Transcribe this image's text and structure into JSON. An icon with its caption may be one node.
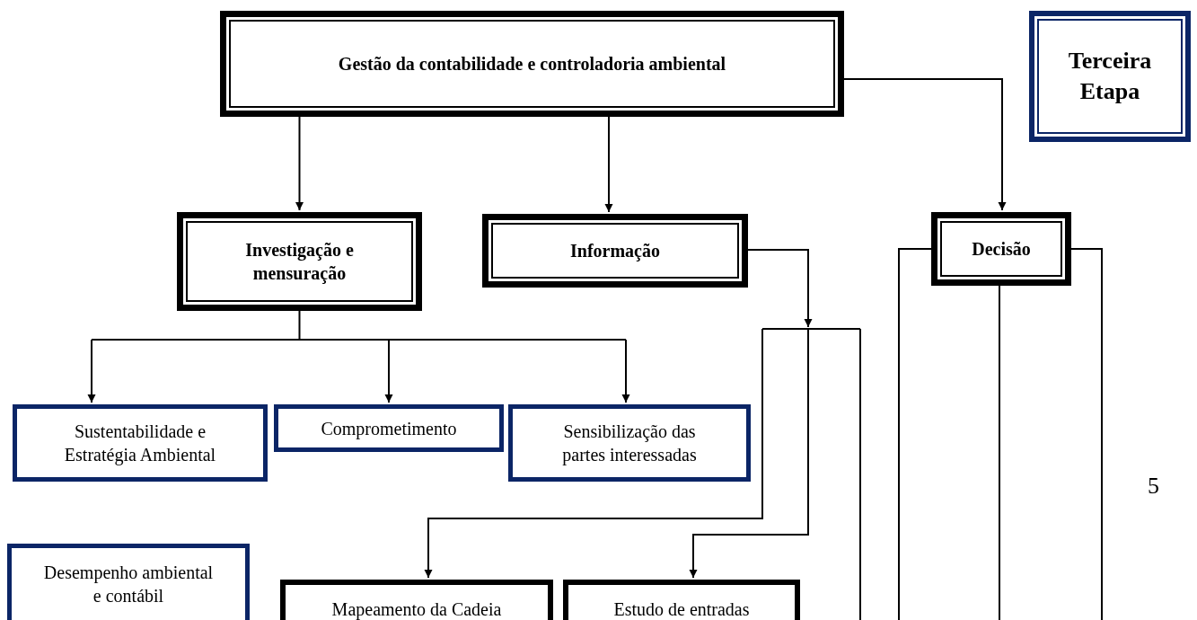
{
  "diagram": {
    "nodes": [
      {
        "text": [
          "Gestão da contabilidade e controladoria ambiental"
        ]
      },
      {
        "text": [
          "Terceira Etapa"
        ]
      },
      {
        "text": [
          "Investigação e mensuração"
        ]
      },
      {
        "text": [
          "Informação"
        ]
      },
      {
        "text": [
          "Decisão"
        ]
      },
      {
        "text": [
          "Sustentabilidade e Estratégia Ambiental"
        ]
      },
      {
        "text": [
          "Comprometimento"
        ]
      },
      {
        "text": [
          "Sensibilização das partes interessadas"
        ]
      },
      {
        "text": [
          "Desempenho ambiental e contábil"
        ]
      },
      {
        "text": [
          "Mapeamento da Cadeia"
        ]
      },
      {
        "text": [
          "Estudo de entradas"
        ]
      }
    ],
    "edges": [
      {
        "from": 0,
        "to": 2,
        "arrow": "to"
      },
      {
        "from": 0,
        "to": 3,
        "arrow": "to"
      },
      {
        "from": 0,
        "to": 4,
        "arrow": "to"
      },
      {
        "from": 2,
        "to": 5,
        "arrow": "to"
      },
      {
        "from": 2,
        "to": 6,
        "arrow": "to"
      },
      {
        "from": 2,
        "to": 7,
        "arrow": "to"
      },
      {
        "from": 3,
        "to": 9,
        "arrow": "to"
      },
      {
        "from": 3,
        "to": 10,
        "arrow": "to"
      },
      {
        "from": 3,
        "to": null,
        "arrow": "none"
      },
      {
        "from": 4,
        "to": null,
        "arrow": "none"
      },
      {
        "from": 4,
        "to": null,
        "arrow": "none"
      },
      {
        "from": 4,
        "to": null,
        "arrow": "none"
      }
    ],
    "labels": [
      "5"
    ]
  }
}
